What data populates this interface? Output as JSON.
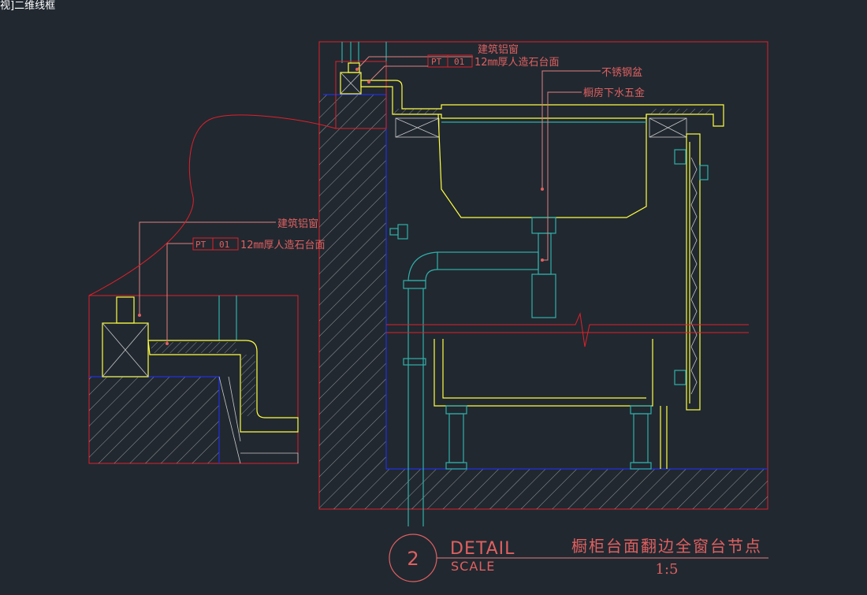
{
  "viewport": {
    "label": "视]二维线框"
  },
  "callouts": {
    "aluminum_window": "建筑铝窗",
    "stainless_sink": "不锈钢盆",
    "kitchen_hardware": "橱房下水五金",
    "pt_code": "PT",
    "pt_number": "01",
    "countertop_desc": "12㎜厚人造石台面"
  },
  "detail_inset": {
    "aluminum_window": "建筑铝窗",
    "pt_code": "PT",
    "pt_number": "01",
    "countertop_desc": "12㎜厚人造石台面"
  },
  "title_block": {
    "number": "2",
    "detail": "DETAIL",
    "scale_label": "SCALE",
    "title": "橱柜台面翻边全窗台节点",
    "scale": "1:5"
  },
  "colors": {
    "background": "#212830",
    "boundary": "#e0202a",
    "outline": "#ffff40",
    "pipe": "#2fb0a8",
    "finish_line": "#2030e0",
    "leader_text": "#e06060"
  }
}
